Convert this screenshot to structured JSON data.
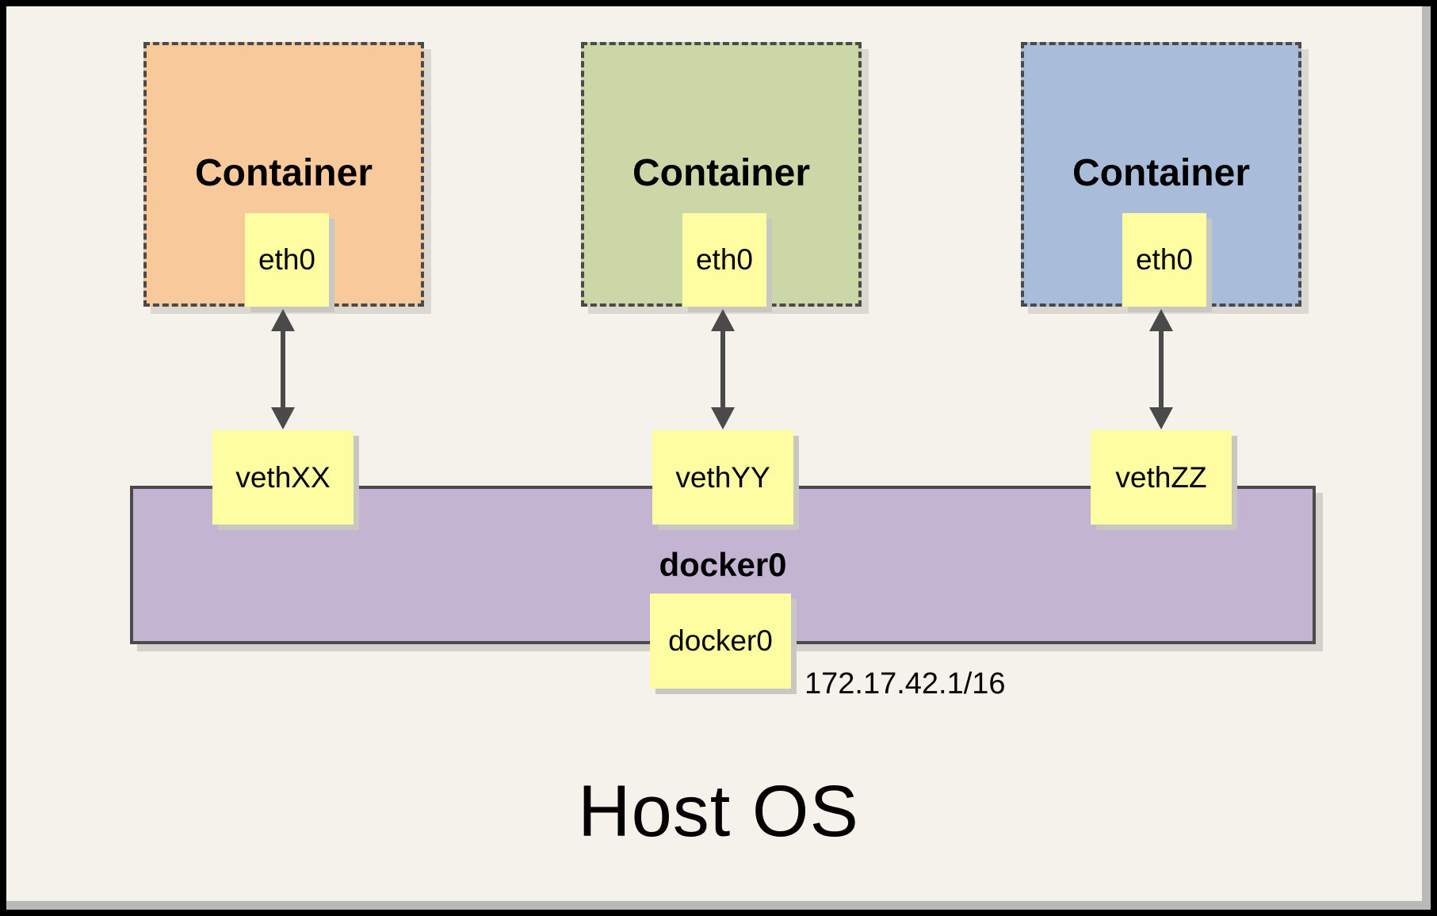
{
  "diagram": {
    "host_title": "Host OS",
    "containers": [
      {
        "title": "Container",
        "interface_label": "eth0",
        "veth_label": "vethXX",
        "fill": "#F8C99B"
      },
      {
        "title": "Container",
        "interface_label": "eth0",
        "veth_label": "vethYY",
        "fill": "#CBD7A6"
      },
      {
        "title": "Container",
        "interface_label": "eth0",
        "veth_label": "vethZZ",
        "fill": "#A9BDDB"
      }
    ],
    "bridge": {
      "label": "docker0",
      "interface_label": "docker0",
      "ip": "172.17.42.1/16",
      "fill": "#C3B5D2"
    },
    "colors": {
      "node_fill": "#FEFDA2",
      "background": "#F4F2EB",
      "line": "#4A4A4A",
      "frame": "#000000"
    }
  }
}
